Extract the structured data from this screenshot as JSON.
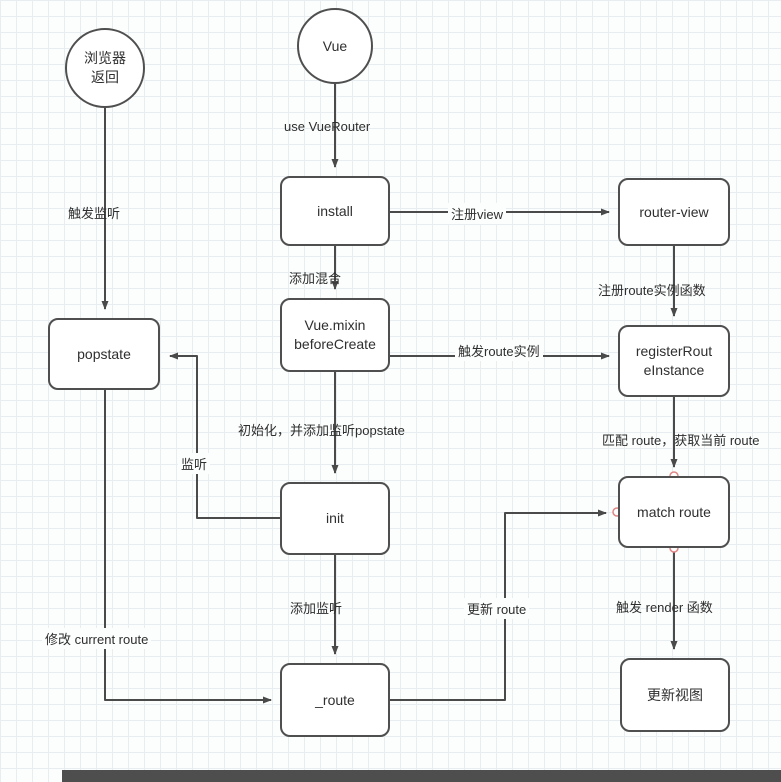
{
  "nodes": {
    "browser_back": {
      "label": "浏览器\n返回"
    },
    "vue": {
      "label": "Vue"
    },
    "install": {
      "label": "install"
    },
    "router_view": {
      "label": "router-view"
    },
    "vue_mixin": {
      "label": "Vue.mixin\nbeforeCreate"
    },
    "register_route_instance": {
      "label": "registerRout\neInstance"
    },
    "popstate": {
      "label": "popstate"
    },
    "init": {
      "label": "init"
    },
    "match_route": {
      "label": "match route"
    },
    "route_var": {
      "label": "_route"
    },
    "update_view": {
      "label": "更新视图"
    }
  },
  "edge_labels": {
    "use_vue_router": "use VueRouter",
    "register_view": "注册view",
    "add_mixin": "添加混合",
    "register_route_instance_fn": "注册route实例函数",
    "trigger_route_instance": "触发route实例",
    "trigger_listener": "触发监听",
    "init_add_popstate": "初始化，并添加监听popstate",
    "match_route_get_current": "匹配 route，获取当前 route",
    "listen": "监听",
    "add_listener": "添加监听",
    "modify_current_route": "修改 current route",
    "update_route": "更新 route",
    "trigger_render": "触发 render 函数"
  },
  "colors": {
    "line": "#4a4a4a",
    "node_border": "#4f4f4f",
    "node_fill": "#ffffff",
    "connector_dot": "#e08585",
    "grid": "#e7edf0"
  }
}
